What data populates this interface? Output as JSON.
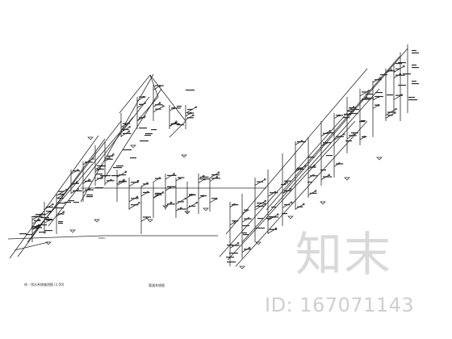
{
  "drawing": {
    "label_left": "给 ‑ 排水系统轴测图 (1:50)",
    "label_center": "管道系统图",
    "label_mid": "DN50"
  },
  "watermark": {
    "logo": "知末",
    "id": "ID: 167071143"
  },
  "colors": {
    "line": "#2a2a2a",
    "watermark": "#d6d6d6"
  }
}
